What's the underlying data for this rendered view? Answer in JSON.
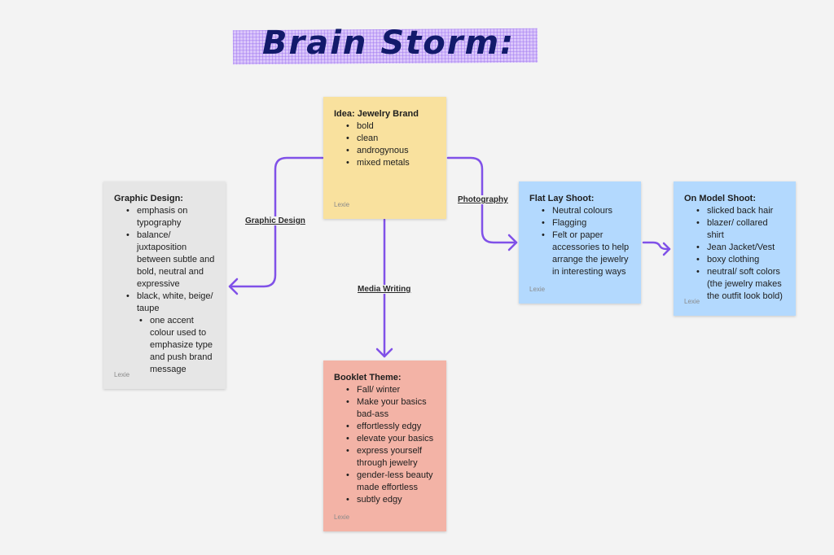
{
  "title": "Brain Storm:",
  "colors": {
    "connector": "#8051e8",
    "title_text": "#121a6b",
    "title_highlight": "#dcc8fb",
    "note_yellow": "#f9e19e",
    "note_gray": "#e6e6e6",
    "note_blue": "#b3d9fe",
    "note_salmon": "#f3b3a6"
  },
  "notes": {
    "idea": {
      "heading": "Idea: Jewelry Brand",
      "items": [
        "bold",
        "clean",
        "androgynous",
        "mixed metals"
      ],
      "author": "Lexie"
    },
    "graphic_design": {
      "heading": "Graphic Design:",
      "items": [
        "emphasis on typography",
        "balance/ juxtaposition between subtle and bold, neutral and expressive",
        "black, white, beige/ taupe"
      ],
      "sub_items": [
        "one accent colour used to emphasize type and push brand message"
      ],
      "author": "Lexie"
    },
    "flat_lay": {
      "heading": "Flat Lay Shoot:",
      "items": [
        "Neutral colours",
        "Flagging",
        "Felt or paper accessories to help arrange the jewelry in interesting ways"
      ],
      "author": "Lexie"
    },
    "on_model": {
      "heading": "On Model Shoot:",
      "items": [
        "slicked back hair",
        "blazer/ collared shirt",
        "Jean Jacket/Vest",
        "boxy clothing",
        "neutral/ soft colors (the jewelry makes the outfit look bold)"
      ],
      "author": "Lexie"
    },
    "booklet": {
      "heading": "Booklet Theme:",
      "items": [
        "Fall/ winter",
        "Make your basics bad-ass",
        "effortlessly edgy",
        "elevate your basics",
        "express yourself through jewelry",
        "gender-less beauty made effortless",
        "subtly edgy"
      ],
      "author": "Lexie"
    }
  },
  "connectors": {
    "graphic_design": "Graphic Design",
    "photography": "Photography",
    "media_writing": "Media Writing"
  }
}
